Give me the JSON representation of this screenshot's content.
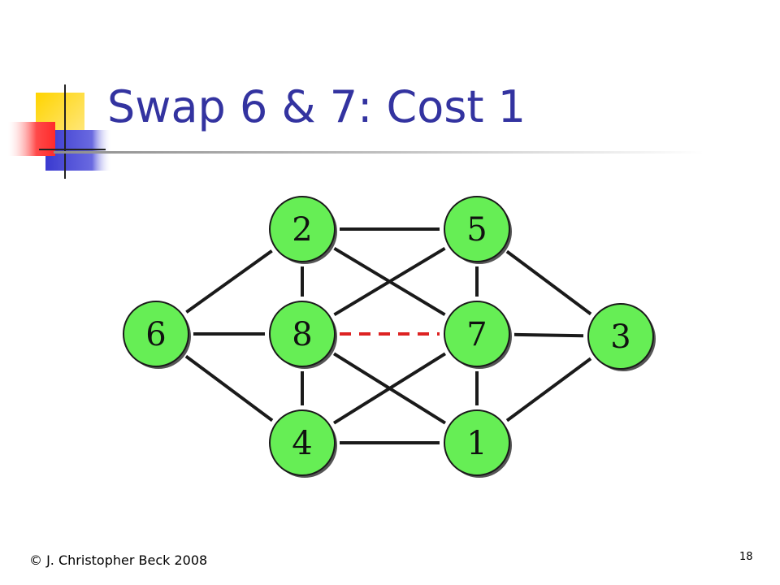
{
  "slide": {
    "title": "Swap 6 & 7: Cost 1",
    "footer": "© J. Christopher Beck 2008",
    "page_number": "18"
  },
  "colors": {
    "title": "#3333a0",
    "node_fill": "#66ee55",
    "node_stroke": "#1a1a1a",
    "edge": "#1a1a1a",
    "swap_edge": "#dd2222",
    "logo_yellow": "#ffd400",
    "logo_red": "#ff4a4a",
    "logo_blue": "#3a3ad0"
  },
  "graph": {
    "nodes": [
      {
        "id": "2",
        "label": "2"
      },
      {
        "id": "5",
        "label": "5"
      },
      {
        "id": "6",
        "label": "6"
      },
      {
        "id": "8",
        "label": "8"
      },
      {
        "id": "7",
        "label": "7"
      },
      {
        "id": "3",
        "label": "3"
      },
      {
        "id": "4",
        "label": "4"
      },
      {
        "id": "1",
        "label": "1"
      }
    ],
    "edges": [
      {
        "from": "6",
        "to": "2"
      },
      {
        "from": "6",
        "to": "8"
      },
      {
        "from": "6",
        "to": "4"
      },
      {
        "from": "2",
        "to": "8"
      },
      {
        "from": "8",
        "to": "4"
      },
      {
        "from": "2",
        "to": "5"
      },
      {
        "from": "2",
        "to": "7"
      },
      {
        "from": "8",
        "to": "5"
      },
      {
        "from": "8",
        "to": "1"
      },
      {
        "from": "4",
        "to": "7"
      },
      {
        "from": "4",
        "to": "1"
      },
      {
        "from": "5",
        "to": "7"
      },
      {
        "from": "7",
        "to": "1"
      },
      {
        "from": "5",
        "to": "3"
      },
      {
        "from": "7",
        "to": "3"
      },
      {
        "from": "1",
        "to": "3"
      }
    ],
    "swap_edge": {
      "from": "8",
      "to": "7",
      "style": "dashed"
    }
  }
}
